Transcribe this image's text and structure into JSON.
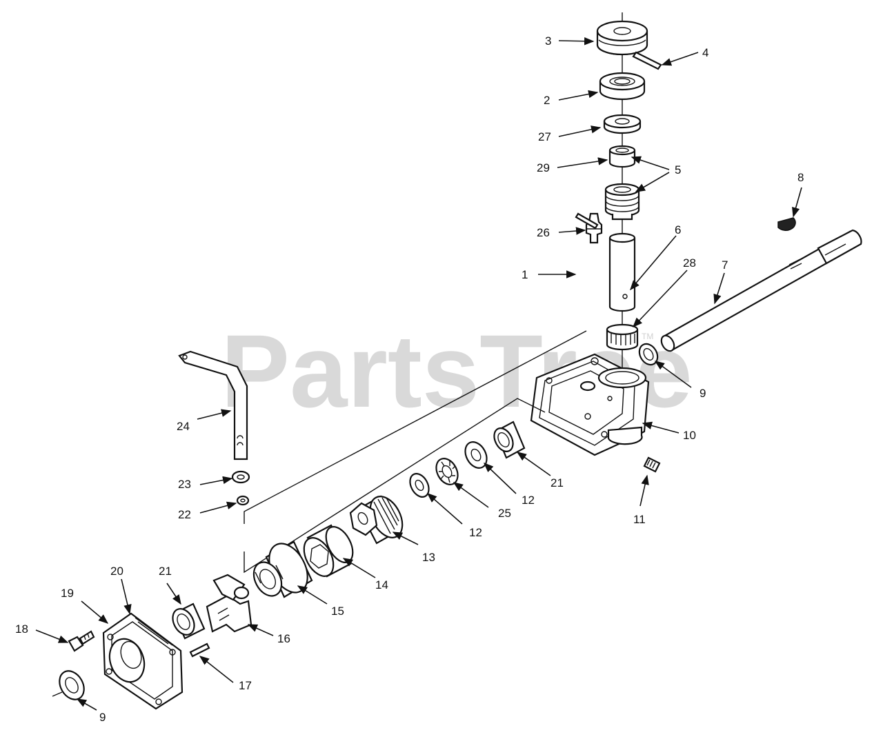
{
  "watermark": {
    "text": "PartsTree",
    "trademark": "TM"
  },
  "callouts": [
    {
      "id": "c3",
      "text": "3"
    },
    {
      "id": "c4",
      "text": "4"
    },
    {
      "id": "c2",
      "text": "2"
    },
    {
      "id": "c27",
      "text": "27"
    },
    {
      "id": "c29",
      "text": "29"
    },
    {
      "id": "c5",
      "text": "5"
    },
    {
      "id": "c8",
      "text": "8"
    },
    {
      "id": "c26",
      "text": "26"
    },
    {
      "id": "c6",
      "text": "6"
    },
    {
      "id": "c28",
      "text": "28"
    },
    {
      "id": "c7",
      "text": "7"
    },
    {
      "id": "c1",
      "text": "1"
    },
    {
      "id": "c9a",
      "text": "9"
    },
    {
      "id": "c10",
      "text": "10"
    },
    {
      "id": "c11",
      "text": "11"
    },
    {
      "id": "c21a",
      "text": "21"
    },
    {
      "id": "c12a",
      "text": "12"
    },
    {
      "id": "c25",
      "text": "25"
    },
    {
      "id": "c12b",
      "text": "12"
    },
    {
      "id": "c13",
      "text": "13"
    },
    {
      "id": "c14",
      "text": "14"
    },
    {
      "id": "c15",
      "text": "15"
    },
    {
      "id": "c16",
      "text": "16"
    },
    {
      "id": "c17",
      "text": "17"
    },
    {
      "id": "c24",
      "text": "24"
    },
    {
      "id": "c23",
      "text": "23"
    },
    {
      "id": "c22",
      "text": "22"
    },
    {
      "id": "c20",
      "text": "20"
    },
    {
      "id": "c21b",
      "text": "21"
    },
    {
      "id": "c19",
      "text": "19"
    },
    {
      "id": "c18",
      "text": "18"
    },
    {
      "id": "c9b",
      "text": "9"
    }
  ]
}
